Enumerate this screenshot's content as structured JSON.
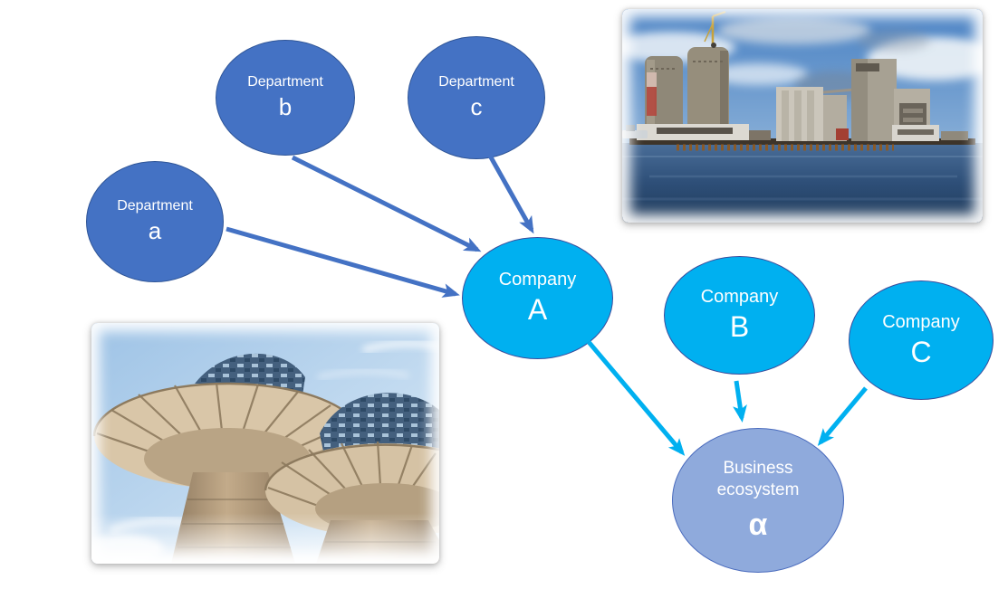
{
  "diagram": {
    "departments": [
      {
        "label": "Department",
        "letter": "a"
      },
      {
        "label": "Department",
        "letter": "b"
      },
      {
        "label": "Department",
        "letter": "c"
      }
    ],
    "companies": [
      {
        "label": "Company",
        "letter": "A"
      },
      {
        "label": "Company",
        "letter": "B"
      },
      {
        "label": "Company",
        "letter": "C"
      }
    ],
    "ecosystem": {
      "line1": "Business",
      "line2": "ecosystem",
      "symbol": "α"
    },
    "edges": [
      {
        "from": "Department a",
        "to": "Company A"
      },
      {
        "from": "Department b",
        "to": "Company A"
      },
      {
        "from": "Department c",
        "to": "Company A"
      },
      {
        "from": "Company A",
        "to": "Business ecosystem α"
      },
      {
        "from": "Company B",
        "to": "Business ecosystem α"
      },
      {
        "from": "Company C",
        "to": "Business ecosystem α"
      }
    ],
    "colors": {
      "background": "#FFFFFF",
      "department_fill": "#4472C4",
      "department_border": "#2F5597",
      "company_fill": "#00B0F0",
      "company_border": "#3B4C9B",
      "ecosystem_fill": "#8FAADC",
      "ecosystem_border": "#4A6BBD",
      "department_arrow": "#4472C4",
      "company_arrow": "#00B0F0"
    },
    "photos": [
      {
        "name": "harbor-silos-photo"
      },
      {
        "name": "cooling-towers-photo"
      }
    ]
  }
}
